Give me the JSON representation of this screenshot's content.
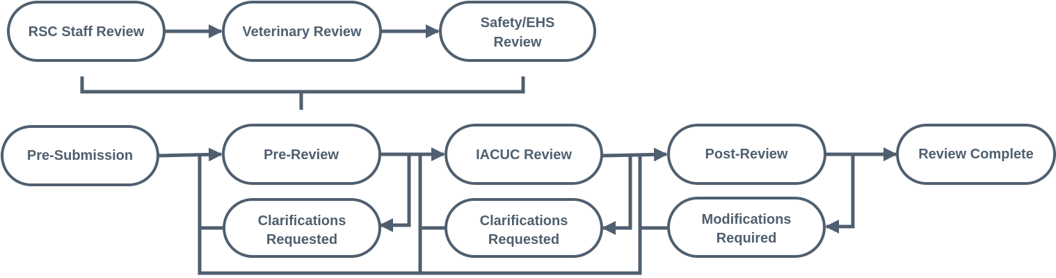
{
  "colors": {
    "stroke": "#4f5f6f",
    "text": "#4f5f6f",
    "fill": "#ffffff"
  },
  "nodes": {
    "rsc_staff_review": {
      "lines": [
        "RSC Staff Review"
      ]
    },
    "veterinary_review": {
      "lines": [
        "Veterinary Review"
      ]
    },
    "safety_ehs_review": {
      "lines": [
        "Safety/EHS",
        "Review"
      ]
    },
    "pre_submission": {
      "lines": [
        "Pre-Submission"
      ]
    },
    "pre_review": {
      "lines": [
        "Pre-Review"
      ]
    },
    "iacuc_review": {
      "lines": [
        "IACUC Review"
      ]
    },
    "post_review": {
      "lines": [
        "Post-Review"
      ]
    },
    "review_complete": {
      "lines": [
        "Review Complete"
      ]
    },
    "clarifications_requested_1": {
      "lines": [
        "Clarifications",
        "Requested"
      ]
    },
    "clarifications_requested_2": {
      "lines": [
        "Clarifications",
        "Requested"
      ]
    },
    "modifications_required": {
      "lines": [
        "Modifications",
        "Required"
      ]
    }
  }
}
